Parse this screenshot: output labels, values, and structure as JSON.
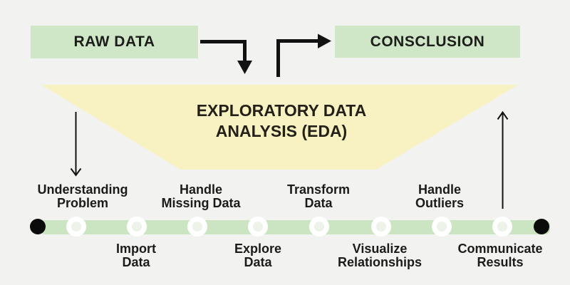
{
  "flow": {
    "raw_data_label": "RAW DATA",
    "conclusion_label": "CONSCLUSION"
  },
  "funnel": {
    "title_line1": "EXPLORATORY DATA",
    "title_line2": "ANALYSIS (EDA)"
  },
  "timeline": {
    "steps_above": [
      {
        "line1": "Understanding",
        "line2": "Problem"
      },
      {
        "line1": "Handle",
        "line2": "Missing Data"
      },
      {
        "line1": "Transform",
        "line2": "Data"
      },
      {
        "line1": "Handle",
        "line2": "Outliers"
      }
    ],
    "steps_below": [
      {
        "line1": "Import",
        "line2": "Data"
      },
      {
        "line1": "Explore",
        "line2": "Data"
      },
      {
        "line1": "Visualize",
        "line2": "Relationships"
      },
      {
        "line1": "Communicate",
        "line2": "Results"
      }
    ],
    "node_count": 8
  },
  "colors": {
    "background": "#f2f3f1",
    "box_green": "#d0e7c7",
    "funnel_yellow": "#f8f1c2",
    "bar_green": "#cbe4c1",
    "node_inner": "#edf3e9",
    "endpoint_black": "#0b0b0b",
    "arrow_black": "#121212",
    "text_dark": "#1d1d1b"
  }
}
